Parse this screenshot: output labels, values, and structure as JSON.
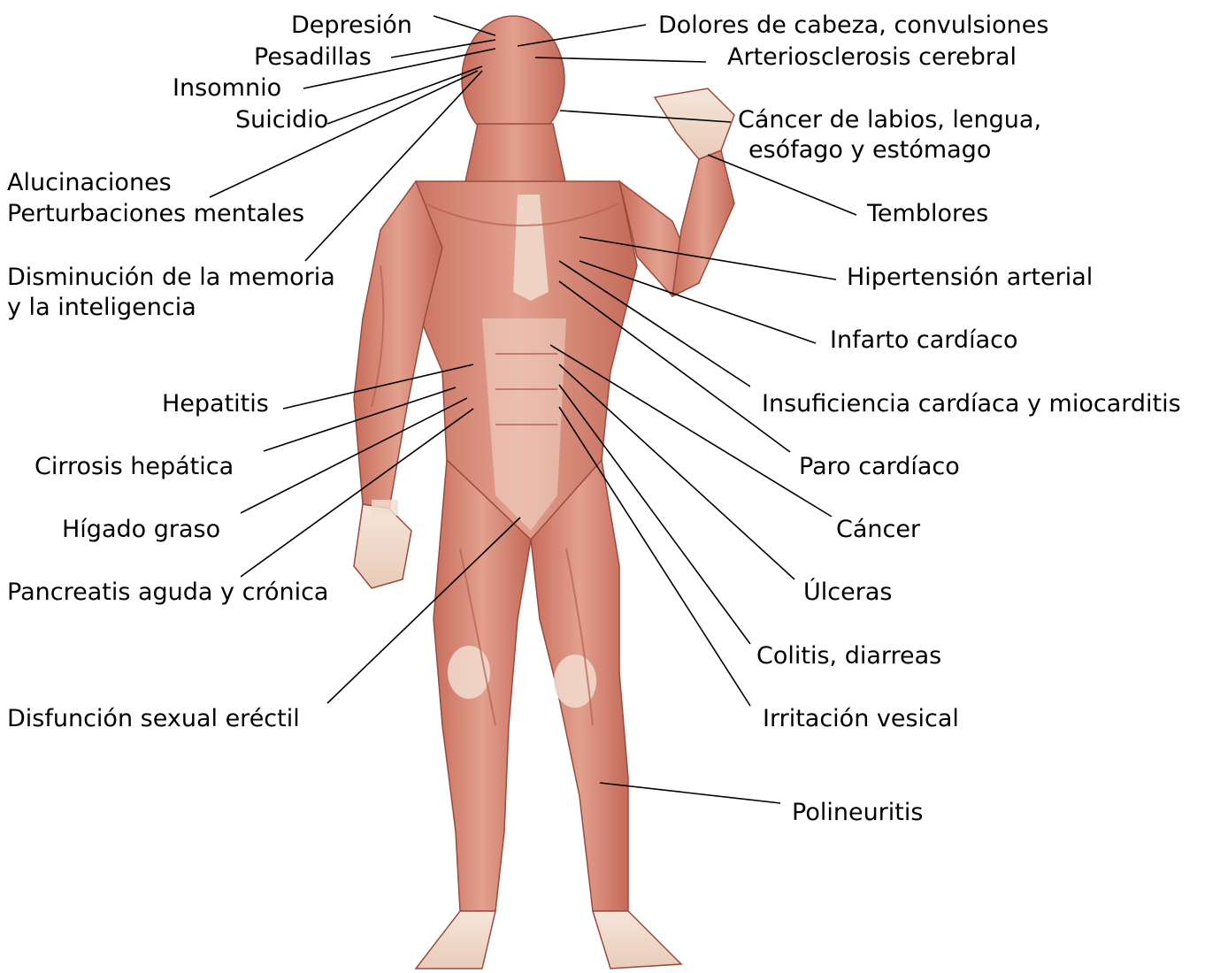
{
  "colors": {
    "muscle": "#d98a78",
    "muscle_dark": "#b85e4f",
    "tendon": "#f1ddcf",
    "skin_outline": "#9a4a3d",
    "leader_line": "#000000",
    "text": "#000000"
  },
  "figure": {
    "icon": "human-muscular-anatomy-figure"
  },
  "labels": {
    "depresion": "Depresión",
    "pesadillas": "Pesadillas",
    "insomnio": "Insomnio",
    "suicidio": "Suicidio",
    "alucinaciones": "Alucinaciones",
    "perturbaciones": "Perturbaciones mentales",
    "memoria_1": "Disminución de la memoria",
    "memoria_2": "y la inteligencia",
    "hepatitis": "Hepatitis",
    "cirrosis": "Cirrosis hepática",
    "higado": "Hígado graso",
    "pancreatis": "Pancreatis aguda y crónica",
    "disfuncion": "Disfunción sexual eréctil",
    "dolores": "Dolores de cabeza, convulsiones",
    "arterio": "Arteriosclerosis cerebral",
    "cancer_labios_1": "Cáncer de labios, lengua,",
    "cancer_labios_2": "esófago y estómago",
    "temblores": "Temblores",
    "hipertension": "Hipertensión arterial",
    "infarto": "Infarto cardíaco",
    "insuficiencia": "Insuficiencia cardíaca y miocarditis",
    "paro": "Paro cardíaco",
    "cancer": "Cáncer",
    "ulceras": "Úlceras",
    "colitis": "Colitis, diarreas",
    "irritacion": "Irritación vesical",
    "polineuritis": "Polineuritis"
  }
}
